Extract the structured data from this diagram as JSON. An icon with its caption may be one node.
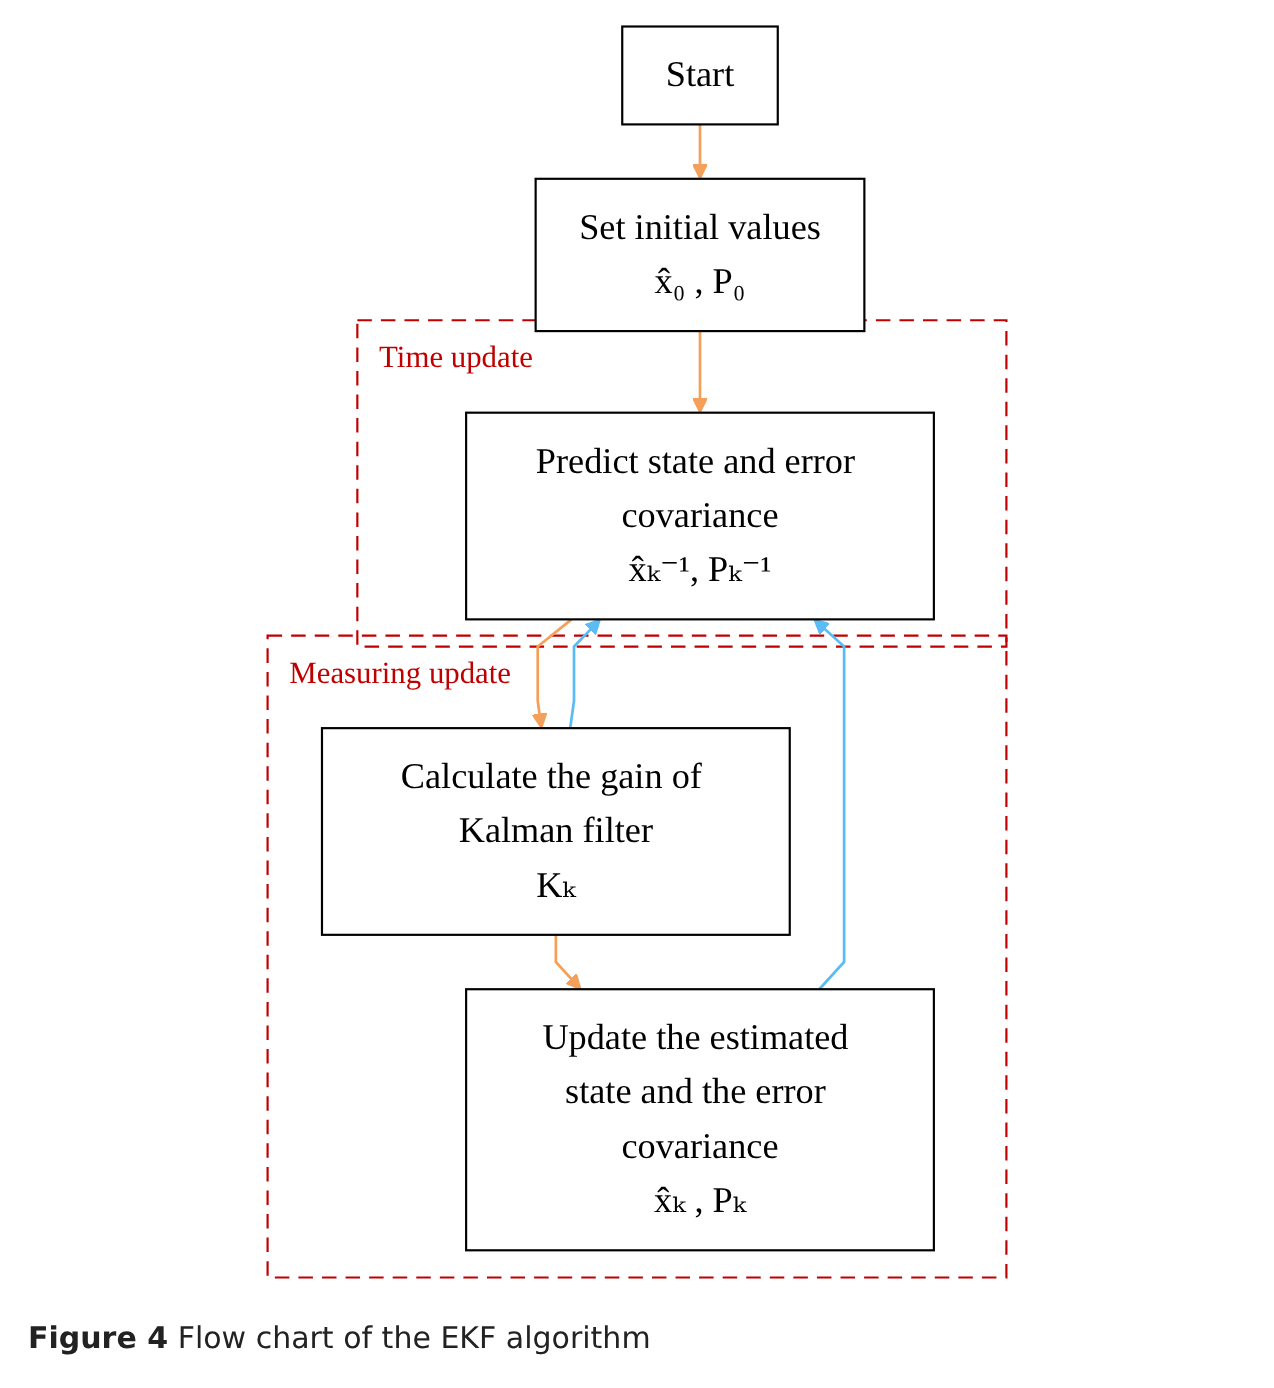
{
  "diagram": {
    "caption": "**Figure 4** Flow chart of the EKF algorithm",
    "nodes": [
      {
        "text": [
          "Start"
        ]
      },
      {
        "text": [
          "Set initial values",
          "x̂₀ , P₀"
        ]
      },
      {
        "text": [
          "Time update"
        ]
      },
      {
        "text": [
          "Predict state and error covariance",
          "x̂ₖ⁻¹, Pₖ⁻¹"
        ],
        "in": 2
      },
      {
        "text": [
          "Measuring update"
        ]
      },
      {
        "text": [
          "Calculate the gain of Kalman filter",
          "Kₖ"
        ],
        "in": 4
      },
      {
        "text": [
          "Update the estimated state and the error covariance",
          "x̂ₖ , Pₖ"
        ],
        "in": 4
      }
    ],
    "edges": [
      {
        "from": 0,
        "to": 1,
        "arrow": "to"
      },
      {
        "from": 1,
        "to": 3,
        "arrow": "to"
      },
      {
        "from": 3,
        "to": 5,
        "arrow": "to"
      },
      {
        "from": 5,
        "to": 6,
        "arrow": "to"
      },
      {
        "from": 5,
        "to": 3,
        "arrow": "to",
        "color": "#5bbcf5"
      },
      {
        "from": 6,
        "to": 3,
        "arrow": "to",
        "color": "#5bbcf5"
      }
    ]
  }
}
